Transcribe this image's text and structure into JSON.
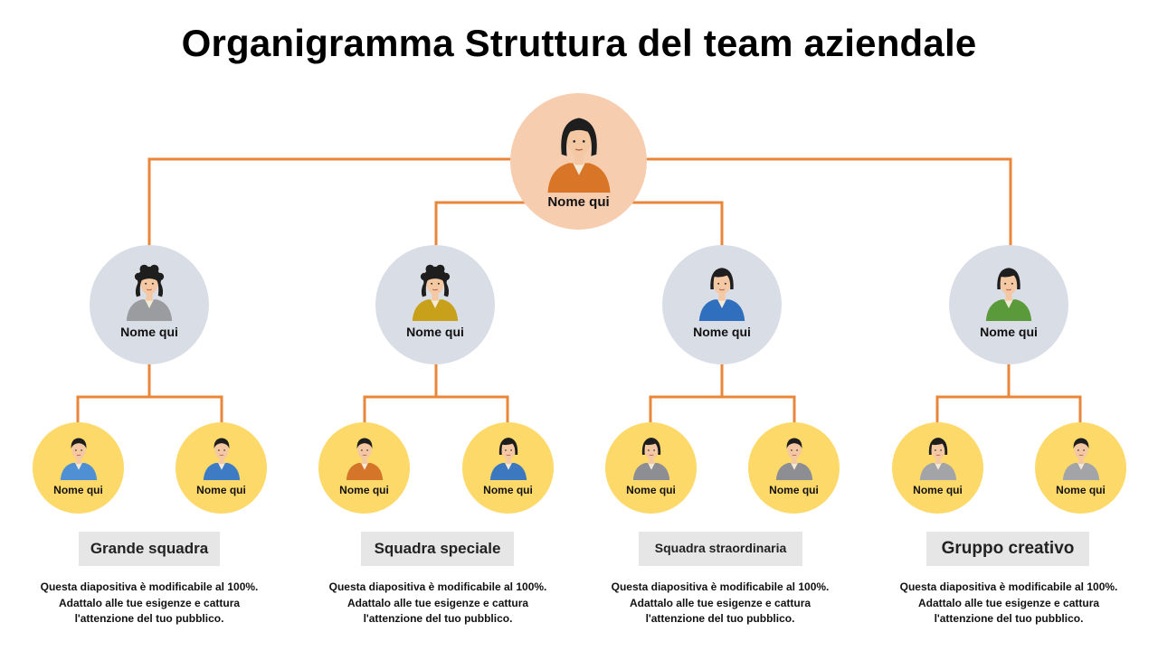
{
  "title": "Organigramma Struttura del team aziendale",
  "colors": {
    "connector": "#e8863a",
    "ceo_circle": "#f7cdb0",
    "manager_circle": "#d9dde6",
    "member_circle": "#fdd96a",
    "label_bg": "#e6e6e6"
  },
  "ceo": {
    "name": "Nome qui",
    "outfit": "#d97527",
    "hair": "long"
  },
  "teams": [
    {
      "label": "Grande squadra",
      "description": "Questa diapositiva è modificabile al 100%. Adattalo alle tue esigenze e cattura l'attenzione del tuo pubblico.",
      "manager": {
        "name": "Nome qui",
        "outfit": "#9b9ca0",
        "hair": "curly"
      },
      "members": [
        {
          "name": "Nome qui",
          "outfit": "#4f8fd3",
          "hair": "short"
        },
        {
          "name": "Nome qui",
          "outfit": "#3d7cc4",
          "hair": "short"
        }
      ]
    },
    {
      "label": "Squadra speciale",
      "description": "Questa diapositiva è modificabile al 100%. Adattalo alle tue esigenze e cattura l'attenzione del tuo pubblico.",
      "manager": {
        "name": "Nome qui",
        "outfit": "#c8a01a",
        "hair": "curly"
      },
      "members": [
        {
          "name": "Nome qui",
          "outfit": "#d5752a",
          "hair": "short"
        },
        {
          "name": "Nome qui",
          "outfit": "#3b78c0",
          "hair": "bob"
        }
      ]
    },
    {
      "label": "Squadra straordinaria",
      "description": "Questa diapositiva è modificabile al 100%. Adattalo alle tue esigenze e cattura l'attenzione del tuo pubblico.",
      "manager": {
        "name": "Nome qui",
        "outfit": "#2f6fbd",
        "hair": "bob"
      },
      "members": [
        {
          "name": "Nome qui",
          "outfit": "#8d8e93",
          "hair": "bob"
        },
        {
          "name": "Nome qui",
          "outfit": "#8d8e93",
          "hair": "short"
        }
      ]
    },
    {
      "label": "Gruppo creativo",
      "description": "Questa diapositiva è modificabile al 100%. Adattalo alle tue esigenze e cattura l'attenzione del tuo pubblico.",
      "manager": {
        "name": "Nome qui",
        "outfit": "#5a9a3a",
        "hair": "bob"
      },
      "members": [
        {
          "name": "Nome qui",
          "outfit": "#a3a4a8",
          "hair": "bob"
        },
        {
          "name": "Nome qui",
          "outfit": "#a3a4a8",
          "hair": "short"
        }
      ]
    }
  ]
}
